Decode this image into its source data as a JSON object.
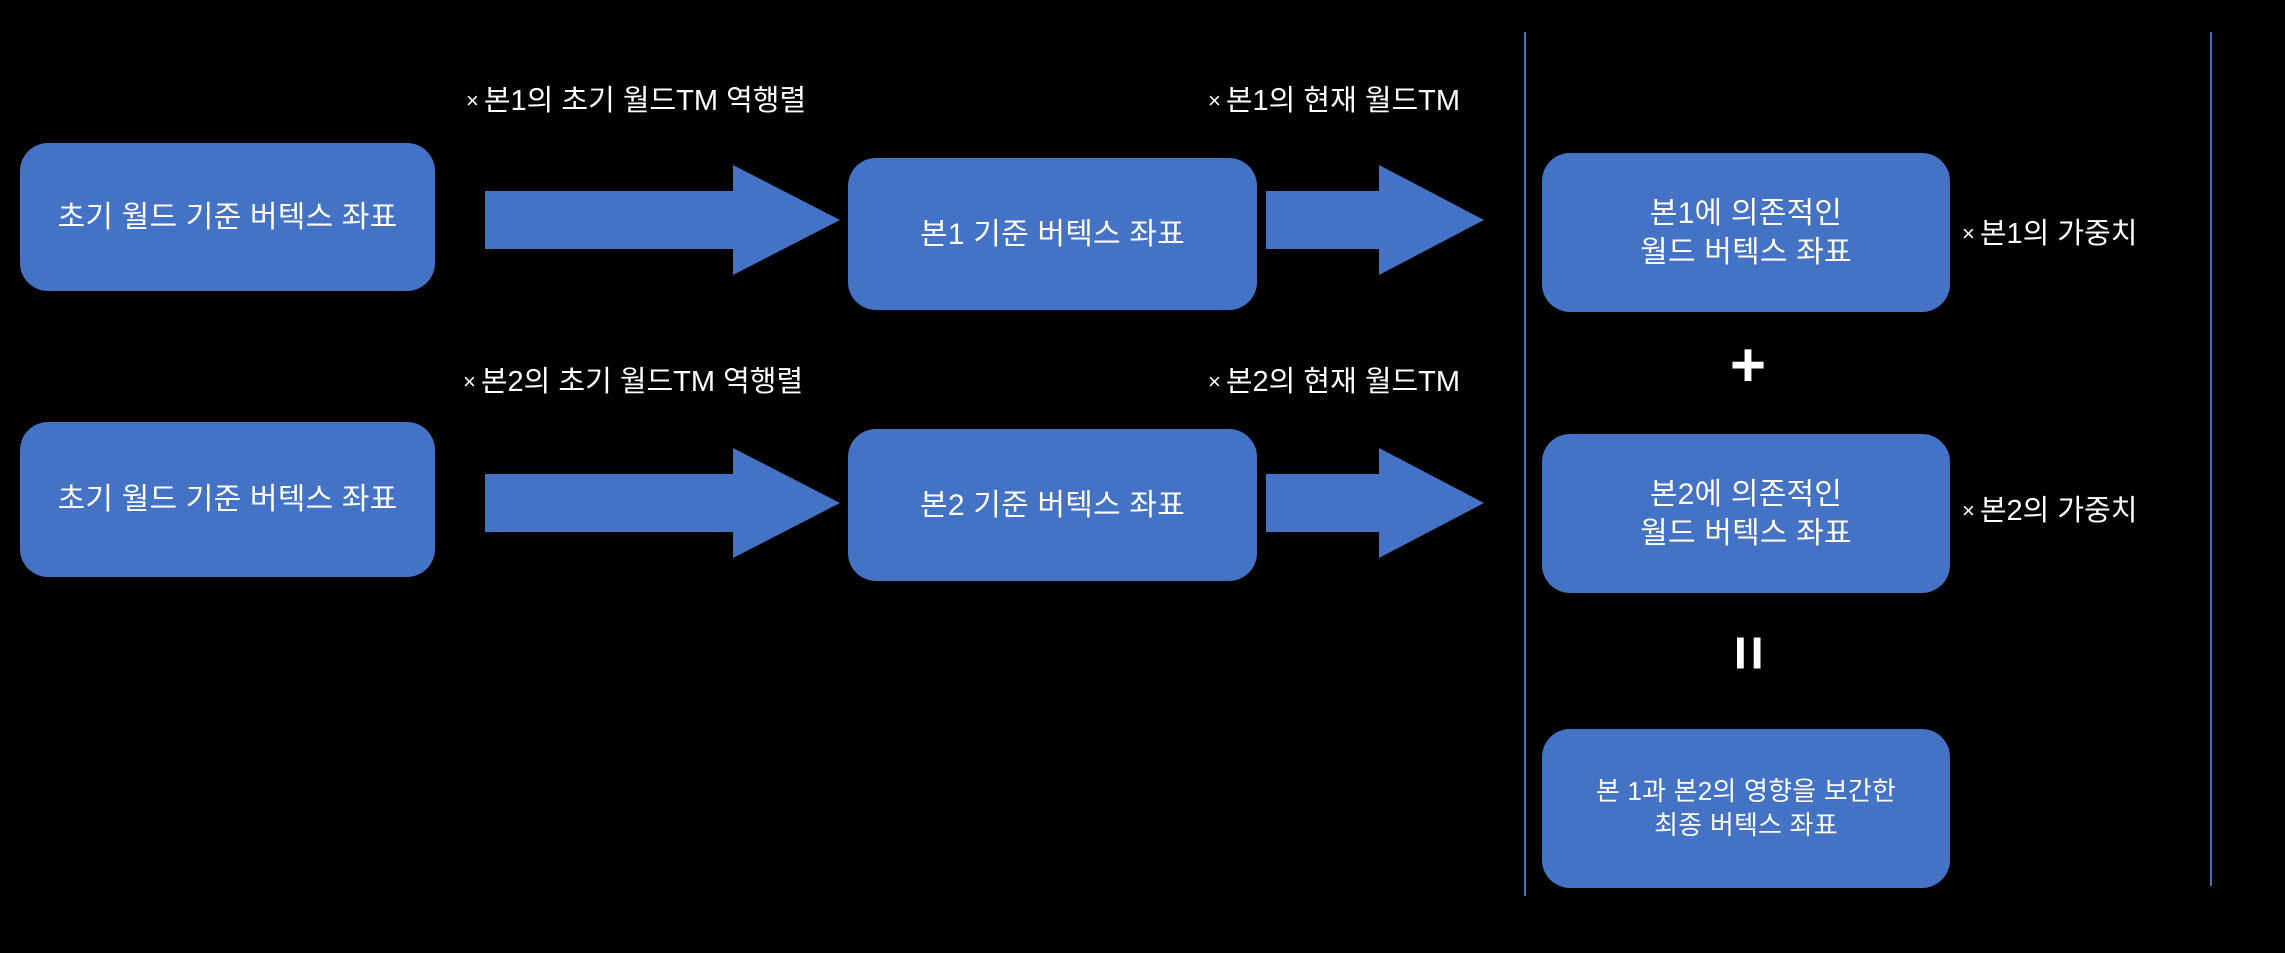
{
  "diagram": {
    "title": "Skinning vertex blending pipeline diagram",
    "background_color": "#000000",
    "box_color": "#4472C4",
    "text_color": "#FFFFFF",
    "divider_color": "#4472C4"
  },
  "rows": [
    {
      "id": "bone1",
      "source_box": "초기 월드 기준 버텍스 좌표",
      "arrow1_label_times": "×",
      "arrow1_label": "본1의 초기 월드TM 역행렬",
      "middle_box": "본1 기준 버텍스 좌표",
      "arrow2_label_times": "×",
      "arrow2_label": "본1의 현재 월드TM",
      "result_box": "본1에 의존적인\n월드 버텍스 좌표",
      "weight_label_times": "×",
      "weight_label": "본1의 가중치"
    },
    {
      "id": "bone2",
      "source_box": "초기 월드 기준 버텍스 좌표",
      "arrow1_label_times": "×",
      "arrow1_label": "본2의 초기 월드TM 역행렬",
      "middle_box": "본2 기준 버텍스 좌표",
      "arrow2_label_times": "×",
      "arrow2_label": "본2의 현재 월드TM",
      "result_box": "본2에 의존적인\n월드 버텍스 좌표",
      "weight_label_times": "×",
      "weight_label": "본2의 가중치"
    }
  ],
  "operators": {
    "plus": "+",
    "equals": "="
  },
  "final": {
    "box": "본 1과 본2의 영향을 보간한\n최종 버텍스 좌표"
  },
  "icons": {
    "arrow": "right-block-arrow-icon",
    "multiply": "multiply-symbol-icon",
    "plus": "plus-symbol-icon",
    "equals": "equals-symbol-icon"
  }
}
